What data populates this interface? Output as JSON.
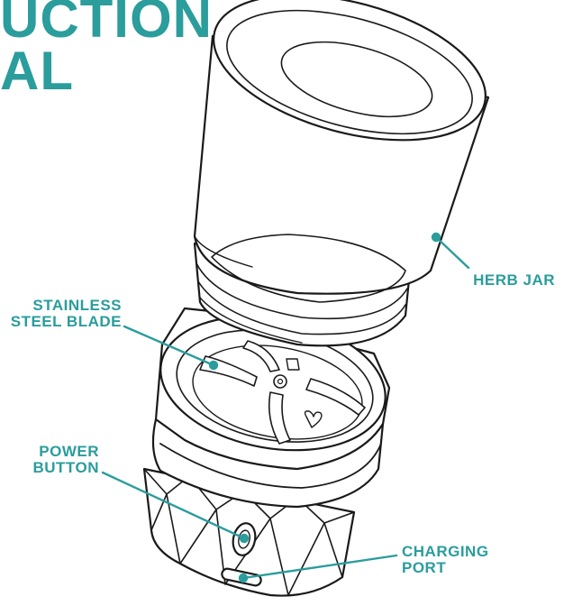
{
  "heading": {
    "line1": "UCTION",
    "line2": "AL"
  },
  "labels": {
    "herb_jar": "HERB JAR",
    "blade_line1": "STAINLESS",
    "blade_line2": "STEEL BLADE",
    "power_line1": "POWER",
    "power_line2": "BUTTON",
    "charging_line1": "CHARGING",
    "charging_line2": "PORT"
  },
  "colors": {
    "accent": "#2a9d9c",
    "line": "#1a1a1a"
  }
}
